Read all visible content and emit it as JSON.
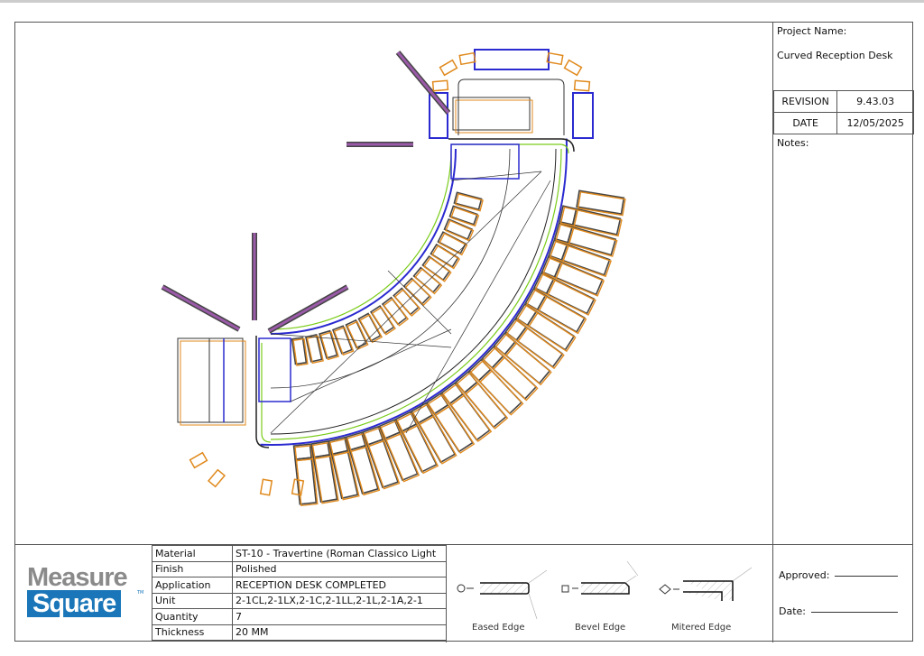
{
  "title_block": {
    "project_name_label": "Project Name:",
    "project_name": "Curved Reception Desk",
    "revision_label": "REVISION",
    "revision": "9.43.03",
    "date_label": "DATE",
    "date": "12/05/2025",
    "notes_label": "Notes:"
  },
  "logo": {
    "line1": "Measure",
    "line2": "Square",
    "tm": "TM"
  },
  "spec": [
    {
      "label": "Material",
      "value": "ST-10 - Travertine (Roman Classico Light"
    },
    {
      "label": "Finish",
      "value": "Polished"
    },
    {
      "label": "Application",
      "value": "RECEPTION DESK COMPLETED"
    },
    {
      "label": "Unit",
      "value": "2-1CL,2-1LX,2-1C,2-1LL,2-1L,2-1A,2-1"
    },
    {
      "label": "Quantity",
      "value": "7"
    },
    {
      "label": "Thickness",
      "value": "20 MM"
    }
  ],
  "edges": [
    {
      "label": "Eased Edge"
    },
    {
      "label": "Bevel Edge"
    },
    {
      "label": "Mitered Edge"
    }
  ],
  "approval": {
    "approved_label": "Approved:",
    "date_label": "Date:"
  },
  "colors": {
    "piece": "#e08a1e",
    "edge_blue": "#2a2ad0",
    "green": "#7acc1a",
    "purple": "#9a5aa8"
  }
}
